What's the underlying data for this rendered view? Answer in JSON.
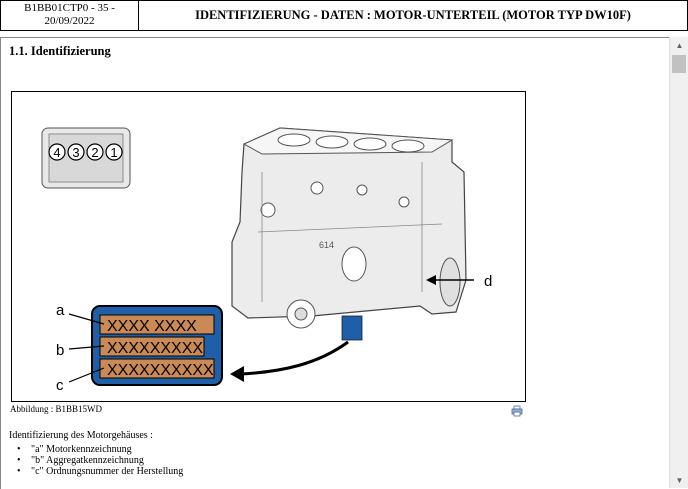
{
  "header": {
    "doc_id_line1": "B1BB01CTP0 - 35 -",
    "doc_id_line2": "20/09/2022",
    "title": "IDENTIFIZIERUNG - DATEN : MOTOR-UNTERTEIL (MOTOR TYP DW10F)"
  },
  "section": {
    "title": "1.1. Identifizierung"
  },
  "figure": {
    "cylinders": [
      "4",
      "3",
      "2",
      "1"
    ],
    "plate_rows": [
      "XXXX XXXX",
      "XXXXXXXXX",
      "XXXXXXXXXX"
    ],
    "callouts": {
      "a": "a",
      "b": "b",
      "c": "c",
      "d": "d"
    },
    "block_number": "614",
    "colors": {
      "plate_bg": "#1f5fa8",
      "plate_row": "#c98a55",
      "outline": "#000000"
    }
  },
  "caption": "Abbildung : B1BB15WD",
  "intro": "Identifizierung des Motorgehäuses :",
  "items": [
    "\"a\" Motorkennzeichnung",
    "\"b\" Aggregatkennzeichnung",
    "\"c\" Ordnungsnummer der Herstellung"
  ],
  "icons": {
    "print": "print-icon",
    "scroll_up": "triangle-up-icon",
    "scroll_down": "triangle-down-icon"
  }
}
